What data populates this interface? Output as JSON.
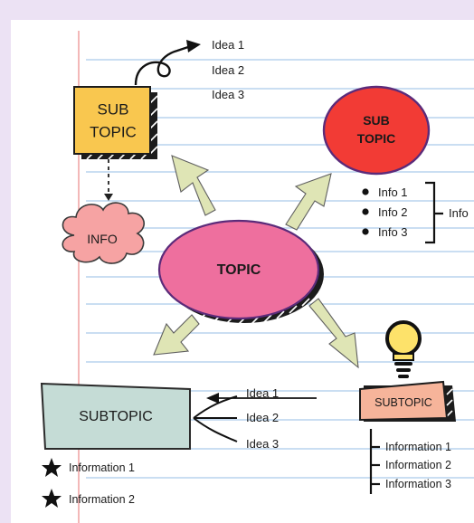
{
  "colors": {
    "page_bg": "#ece2f4",
    "rule_line": "#b8d4ee",
    "margin_line": "#f0a6a6",
    "topic_fill": "#ee6f9e",
    "subtopic_red": "#f23b35",
    "subtopic_yellow": "#f9c74f",
    "subtopic_teal": "#c5dcd6",
    "subtopic_peach": "#f6b49a",
    "info_cloud": "#f6a3a3",
    "arrow_fill": "#dfe5b5",
    "bulb": "#fde26a"
  },
  "topic": {
    "label": "TOPIC"
  },
  "sub_topic_square": {
    "line1": "SUB",
    "line2": "TOPIC",
    "ideas": [
      "Idea 1",
      "Idea 2",
      "Idea 3"
    ]
  },
  "sub_topic_circle": {
    "line1": "SUB",
    "line2": "TOPIC"
  },
  "info_cloud": {
    "label": "INFO"
  },
  "info_list": {
    "items": [
      "Info 1",
      "Info 2",
      "Info 3"
    ],
    "bracket_label": "Info"
  },
  "subtopic_left": {
    "label": "SUBTOPIC",
    "ideas": [
      "Idea 1",
      "Idea 2",
      "Idea 3"
    ],
    "starred": [
      "Information 1",
      "Information 2"
    ]
  },
  "subtopic_right": {
    "label": "SUBTOPIC",
    "icon": "lightbulb-icon",
    "informations": [
      "Information 1",
      "Information 2",
      "Information 3"
    ]
  }
}
